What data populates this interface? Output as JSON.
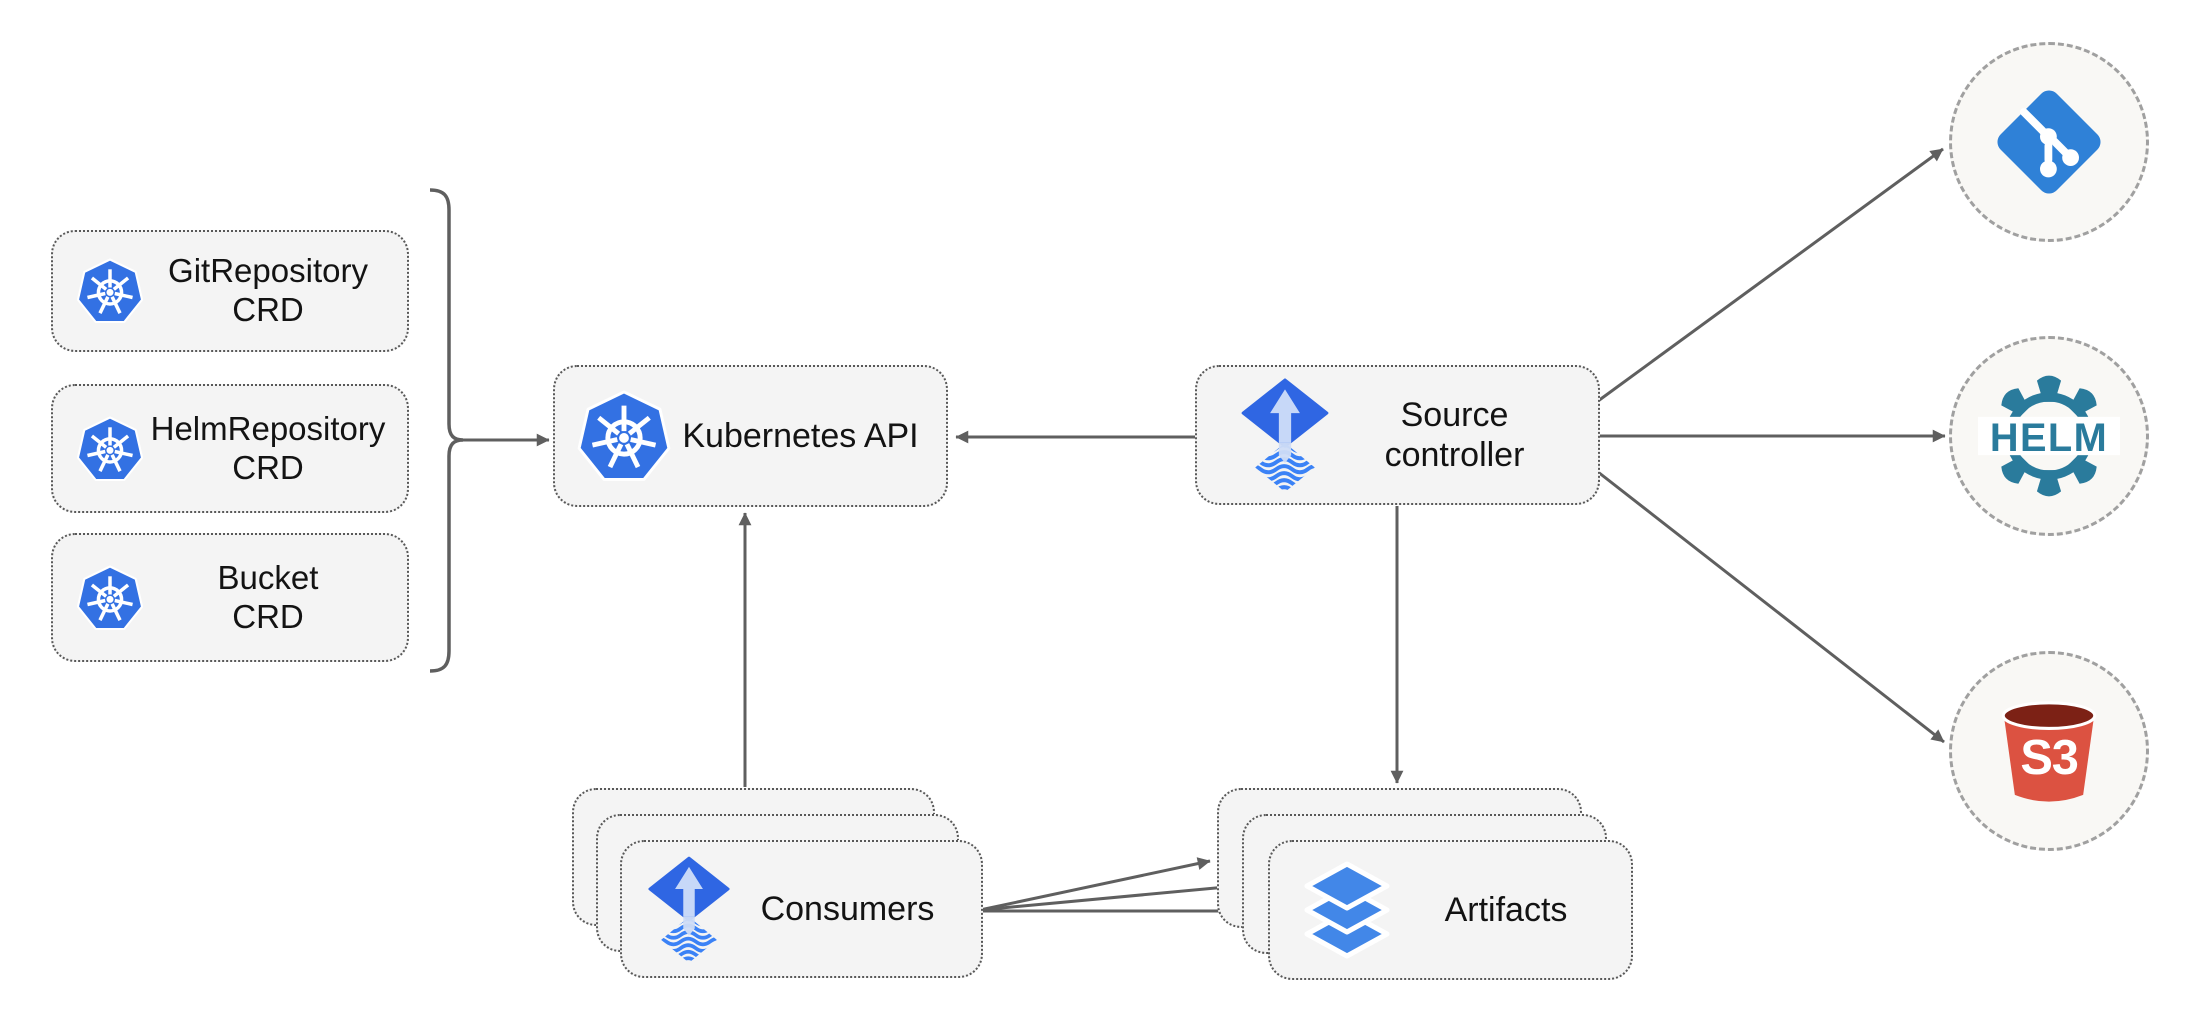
{
  "nodes": {
    "git_repository_crd": {
      "line1": "GitRepository",
      "line2": "CRD",
      "icon": "kubernetes-icon"
    },
    "helm_repository_crd": {
      "line1": "HelmRepository",
      "line2": "CRD",
      "icon": "kubernetes-icon"
    },
    "bucket_crd": {
      "line1": "Bucket",
      "line2": "CRD",
      "icon": "kubernetes-icon"
    },
    "kubernetes_api": {
      "label": "Kubernetes API",
      "icon": "kubernetes-icon"
    },
    "source_controller": {
      "line1": "Source",
      "line2": "controller",
      "icon": "flux-icon"
    },
    "consumers": {
      "label": "Consumers",
      "icon": "flux-icon",
      "stacked": true
    },
    "artifacts": {
      "label": "Artifacts",
      "icon": "layers-icon",
      "stacked": true
    },
    "git_provider": {
      "icon": "git-icon"
    },
    "helm_provider": {
      "icon": "helm-icon",
      "label": "HELM"
    },
    "s3_provider": {
      "icon": "s3-icon",
      "label": "S3"
    }
  },
  "edges": [
    {
      "from": "crd-bracket",
      "to": "kubernetes_api"
    },
    {
      "from": "source_controller",
      "to": "kubernetes_api"
    },
    {
      "from": "consumers",
      "to": "kubernetes_api"
    },
    {
      "from": "source_controller",
      "to": "artifacts"
    },
    {
      "from": "source_controller",
      "to": "git_provider"
    },
    {
      "from": "source_controller",
      "to": "helm_provider"
    },
    {
      "from": "source_controller",
      "to": "s3_provider"
    },
    {
      "from": "consumers",
      "to": "artifacts"
    },
    {
      "from": "consumers",
      "to": "artifacts"
    },
    {
      "from": "consumers",
      "to": "artifacts"
    }
  ],
  "colors": {
    "node_fill": "#f4f4f4",
    "node_border": "#585858",
    "edge": "#5f5f5f",
    "kubernetes_blue": "#3371e3",
    "flux_blue": "#2f66e3",
    "flux_arrow_light": "#c7d8f8",
    "layers_blue": "#4287e8",
    "git_blue": "#2f81d7",
    "helm_teal": "#2a7b9c",
    "s3_red": "#dc5241",
    "s3_dark": "#7c2115",
    "circle_border": "#a0a0a0",
    "circle_fill": "#f9f8f5"
  }
}
